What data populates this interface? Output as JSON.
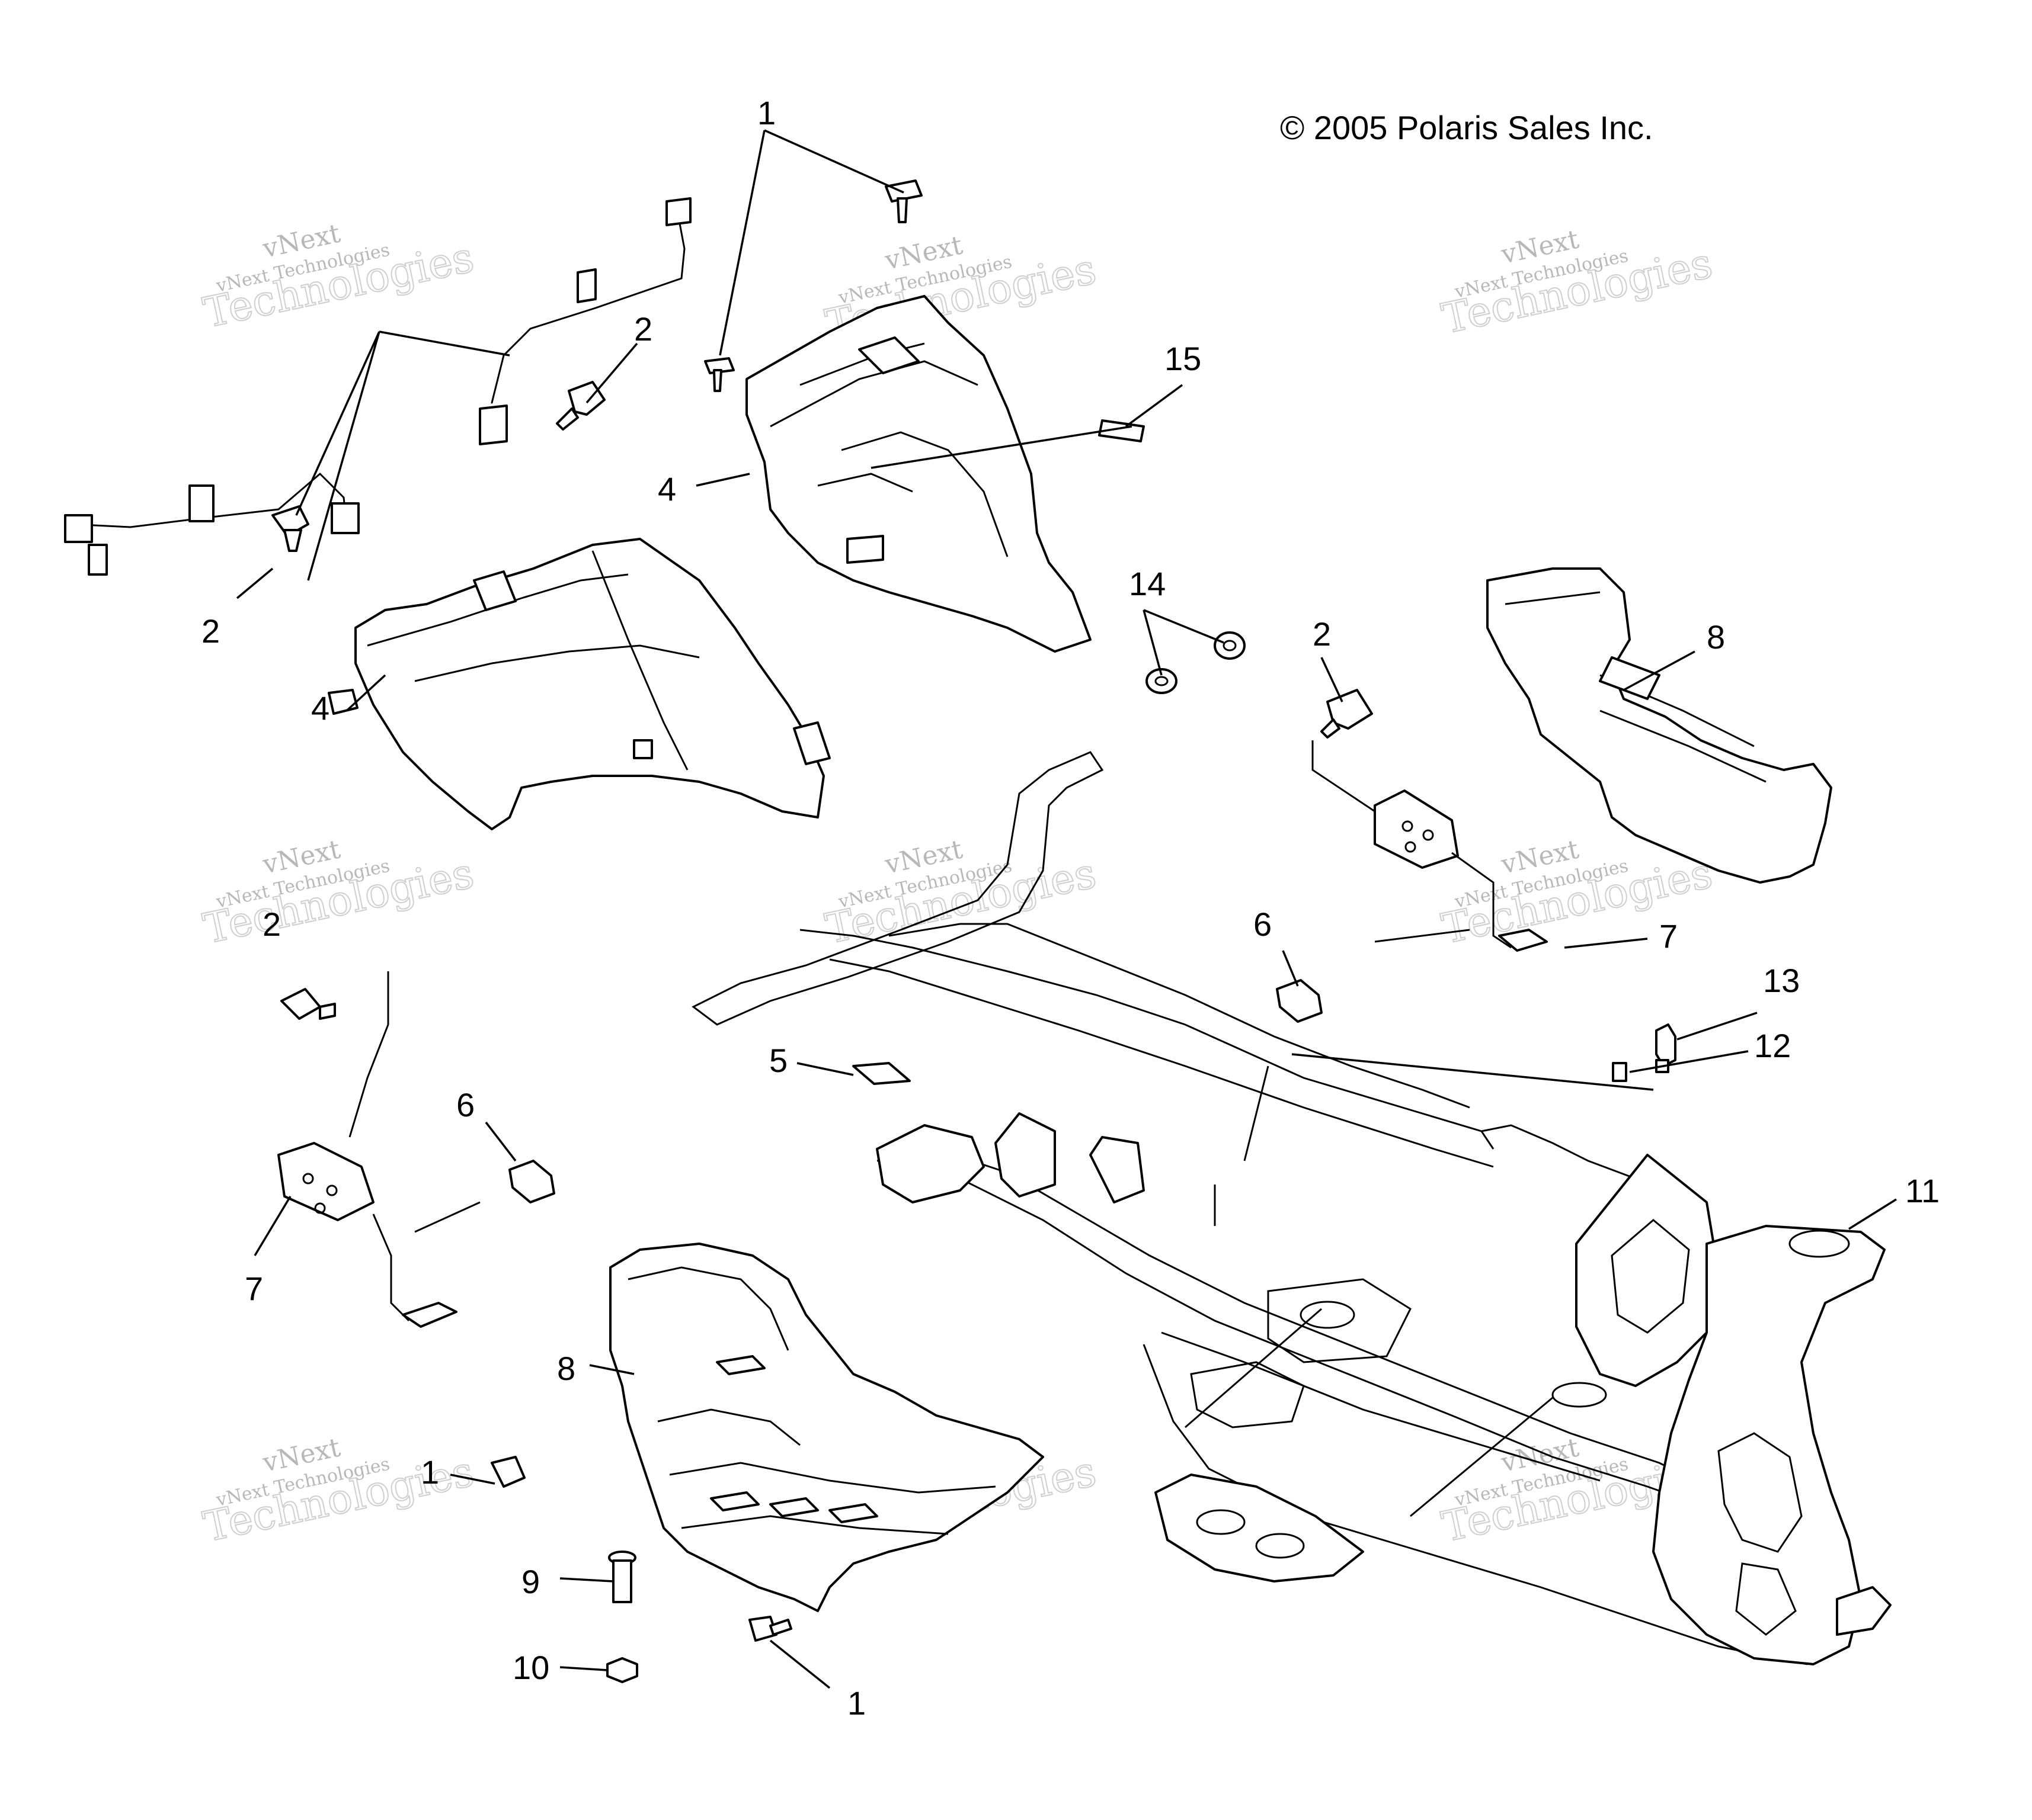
{
  "copyright": "© 2005 Polaris Sales Inc.",
  "watermark": {
    "line1": "vNext",
    "line2": "vNext Technologies",
    "line3": "Technologies"
  },
  "callouts": [
    "1",
    "2",
    "2",
    "2",
    "2",
    "4",
    "4",
    "15",
    "14",
    "8",
    "6",
    "6",
    "7",
    "7",
    "13",
    "12",
    "5",
    "11",
    "8",
    "1",
    "9",
    "10",
    "1"
  ]
}
